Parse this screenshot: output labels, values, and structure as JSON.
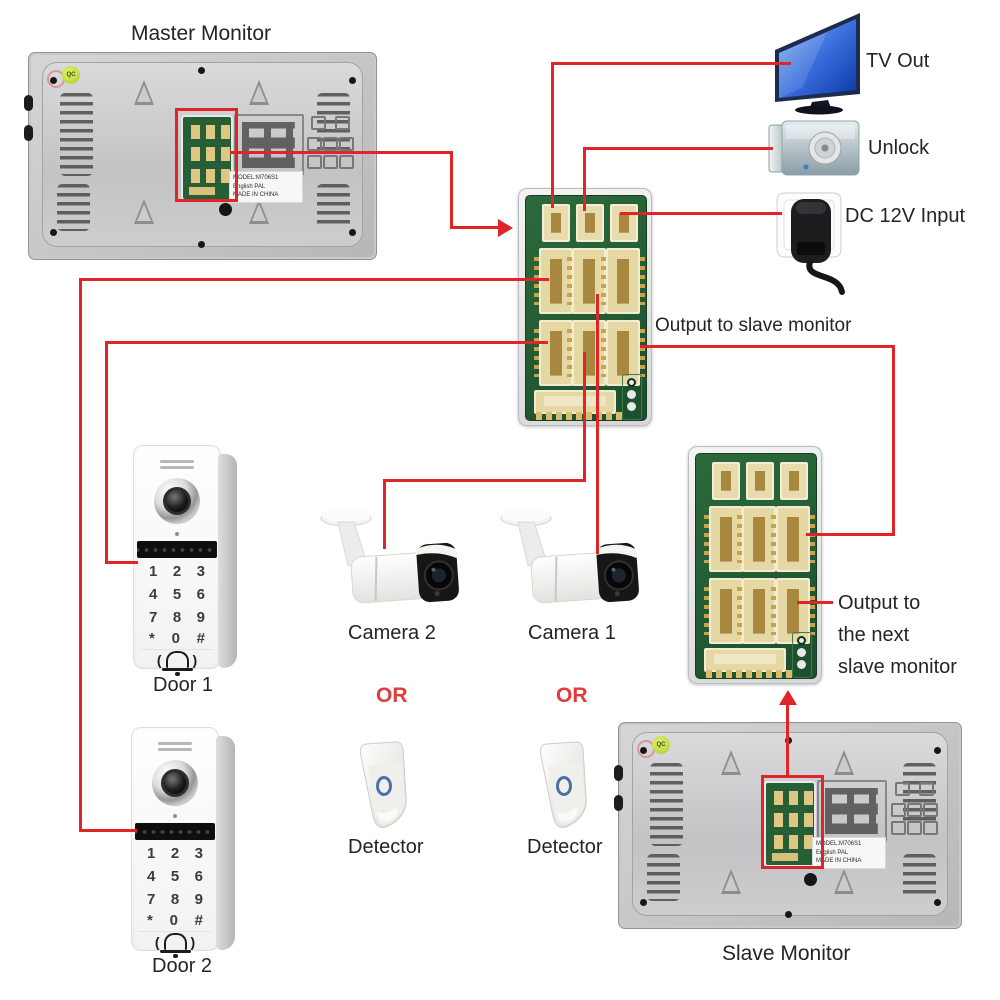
{
  "master": {
    "title": "Master Monitor"
  },
  "slave": {
    "title": "Slave Monitor"
  },
  "model": {
    "l1": "MODEL:M706S1",
    "l2": "English PAL",
    "l3": "MADE IN CHINA"
  },
  "stickers": {
    "qc": "QC"
  },
  "periph": {
    "tv": "TV Out",
    "unlock": "Unlock",
    "dc": "DC 12V Input"
  },
  "ann": {
    "output_slave": "Output to slave monitor",
    "next1": "Output to",
    "next2": "the next",
    "next3": "slave monitor",
    "or": "OR"
  },
  "doors": {
    "d1": "Door 1",
    "d2": "Door 2"
  },
  "keypad": [
    "1",
    "2",
    "3",
    "4",
    "5",
    "6",
    "7",
    "8",
    "9",
    "*",
    "0",
    "#"
  ],
  "cams": {
    "c2": "Camera 2",
    "c1": "Camera 1"
  },
  "det": {
    "label": "Detector"
  },
  "colors": {
    "wire_red": "#e02528",
    "pcb_green": "#265f35",
    "connector_tan": "#e6d8a4",
    "tv_blue": "#2b63d9",
    "or_red": "#e23b3b"
  }
}
